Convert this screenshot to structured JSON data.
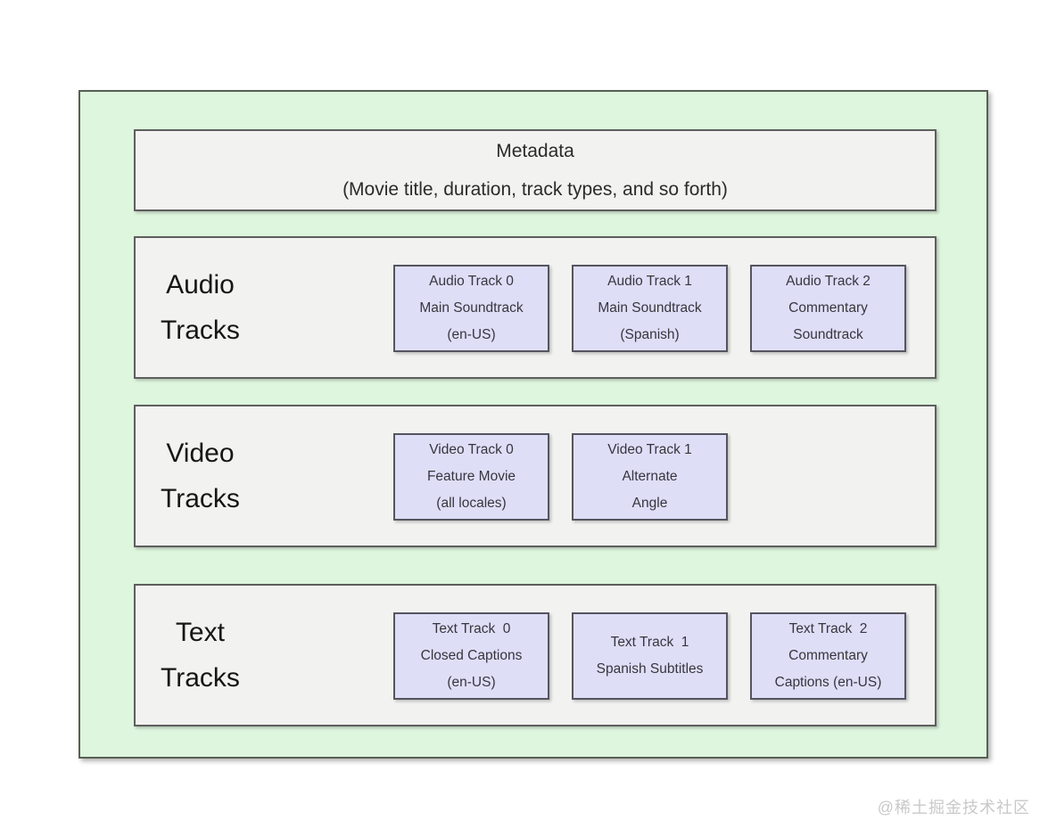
{
  "page": {
    "watermark": "@稀土掘金技术社区"
  },
  "colors": {
    "container_background": "#def5de",
    "container_border": "#566152",
    "section_background": "#f2f2f1",
    "section_border": "#5e5e5e",
    "track_background": "#dfdef7",
    "track_border": "#555560",
    "text": "#2b2b2b",
    "watermark": "#c9c9c9"
  },
  "diagram": {
    "metadata": {
      "title": "Metadata",
      "subtitle": "(Movie title, duration, track types, and so forth)"
    },
    "sections": [
      {
        "id": "audio",
        "label_lines": [
          "Audio",
          "Tracks"
        ],
        "tracks": [
          {
            "lines": [
              "Audio Track 0",
              "Main Soundtrack",
              "(en-US)"
            ]
          },
          {
            "lines": [
              "Audio Track 1",
              "Main Soundtrack",
              "(Spanish)"
            ]
          },
          {
            "lines": [
              "Audio Track 2",
              "Commentary",
              "Soundtrack"
            ]
          }
        ]
      },
      {
        "id": "video",
        "label_lines": [
          "Video",
          "Tracks"
        ],
        "tracks": [
          {
            "lines": [
              "Video Track 0",
              "Feature Movie",
              "(all locales)"
            ]
          },
          {
            "lines": [
              "Video Track 1",
              "Alternate",
              "Angle"
            ]
          }
        ]
      },
      {
        "id": "text",
        "label_lines": [
          "Text",
          "Tracks"
        ],
        "tracks": [
          {
            "lines": [
              "Text Track  0",
              "Closed Captions",
              "(en-US)"
            ]
          },
          {
            "lines": [
              "Text Track  1",
              "Spanish Subtitles"
            ]
          },
          {
            "lines": [
              "Text Track  2",
              "Commentary",
              "Captions (en-US)"
            ]
          }
        ]
      }
    ]
  }
}
